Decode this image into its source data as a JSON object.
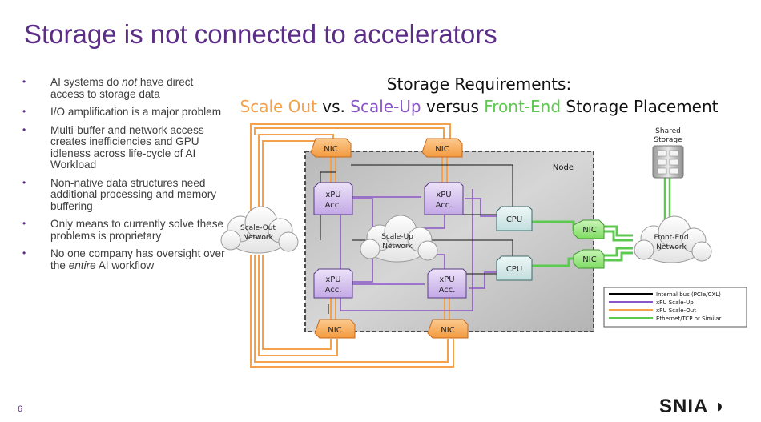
{
  "slide": {
    "title": "Storage is not connected to accelerators",
    "page_number": "6",
    "logo_text": "SNIA"
  },
  "bullets": [
    {
      "parts": [
        "AI systems do ",
        "not",
        " have direct access to storage data"
      ],
      "italic_index": 1
    },
    {
      "parts": [
        "I/O amplification is a major problem"
      ]
    },
    {
      "parts": [
        "Multi-buffer and network access creates inefficiencies and GPU idleness across life-cycle of AI Workload"
      ]
    },
    {
      "parts": [
        "Non-native data structures need additional processing and memory buffering"
      ]
    },
    {
      "parts": [
        "Only means to currently solve these problems is proprietary"
      ]
    },
    {
      "parts": [
        "No one company has oversight over the ",
        "entire",
        " AI workflow"
      ],
      "italic_index": 1
    }
  ],
  "diagram": {
    "heading_line1": "Storage Requirements:",
    "heading_line2": {
      "scale_out": "Scale Out",
      "vs1": " vs. ",
      "scale_up": "Scale-Up",
      "vs2": " versus ",
      "front_end": "Front-End",
      "rest": " Storage Placement"
    },
    "colors": {
      "scale_out": "#f5a04a",
      "scale_up": "#8a55c8",
      "front_end": "#5cc94f",
      "internal": "#000000",
      "node_fill": "#c8c8c8",
      "nic_fill": "#f7b36b",
      "xpu_fill": "#d6c4ef",
      "cpu_fill": "#d9ecec",
      "green_nic_fill": "#a4ea8c"
    },
    "node_label": "Node",
    "nic_label": "NIC",
    "xpu_label_line1": "xPU",
    "xpu_label_line2": "Acc.",
    "cpu_label": "CPU",
    "scale_out_network": [
      "Scale-Out",
      "Network"
    ],
    "scale_up_network": [
      "Scale-Up",
      "Network"
    ],
    "front_end_network": [
      "Front-End",
      "Network"
    ],
    "shared_storage": [
      "Shared",
      "Storage"
    ],
    "legend": [
      {
        "label": "Internal bus (PCIe/CXL)",
        "color": "#000000"
      },
      {
        "label": "xPU Scale-Up",
        "color": "#8a55c8"
      },
      {
        "label": "xPU Scale-Out",
        "color": "#f5a04a"
      },
      {
        "label": "Ethernet/TCP or Similar",
        "color": "#5cc94f"
      }
    ]
  }
}
